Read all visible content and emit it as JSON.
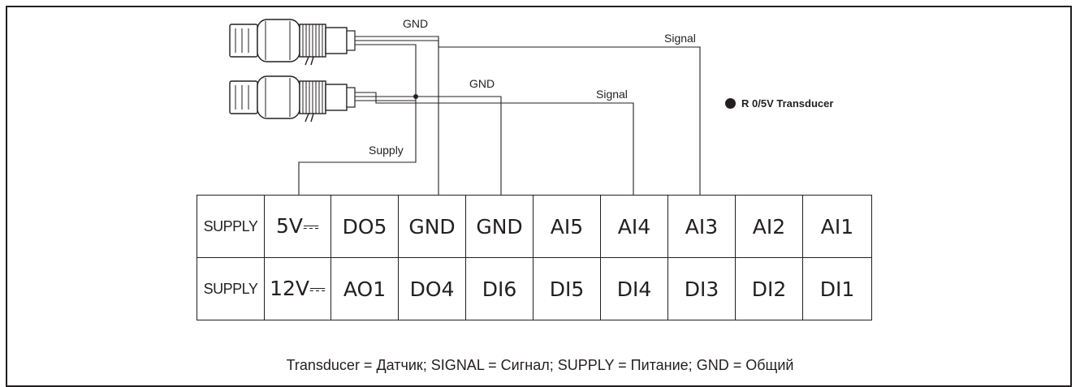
{
  "wire_labels": {
    "gnd_top": "GND",
    "signal_top": "Signal",
    "gnd_mid": "GND",
    "signal_mid": "Signal",
    "supply": "Supply"
  },
  "legend": {
    "label": "R 0/5V Transducer"
  },
  "terminal_rows": [
    [
      "SUPPLY",
      "5V⎓",
      "DO5",
      "GND",
      "GND",
      "AI5",
      "AI4",
      "AI3",
      "AI2",
      "AI1"
    ],
    [
      "SUPPLY",
      "12V⎓",
      "AO1",
      "DO4",
      "DI6",
      "DI5",
      "DI4",
      "DI3",
      "DI2",
      "DI1"
    ]
  ],
  "footer": {
    "caption": "Transducer = Датчик; SIGNAL = Сигнал; SUPPLY = Питание; GND = Общий"
  }
}
